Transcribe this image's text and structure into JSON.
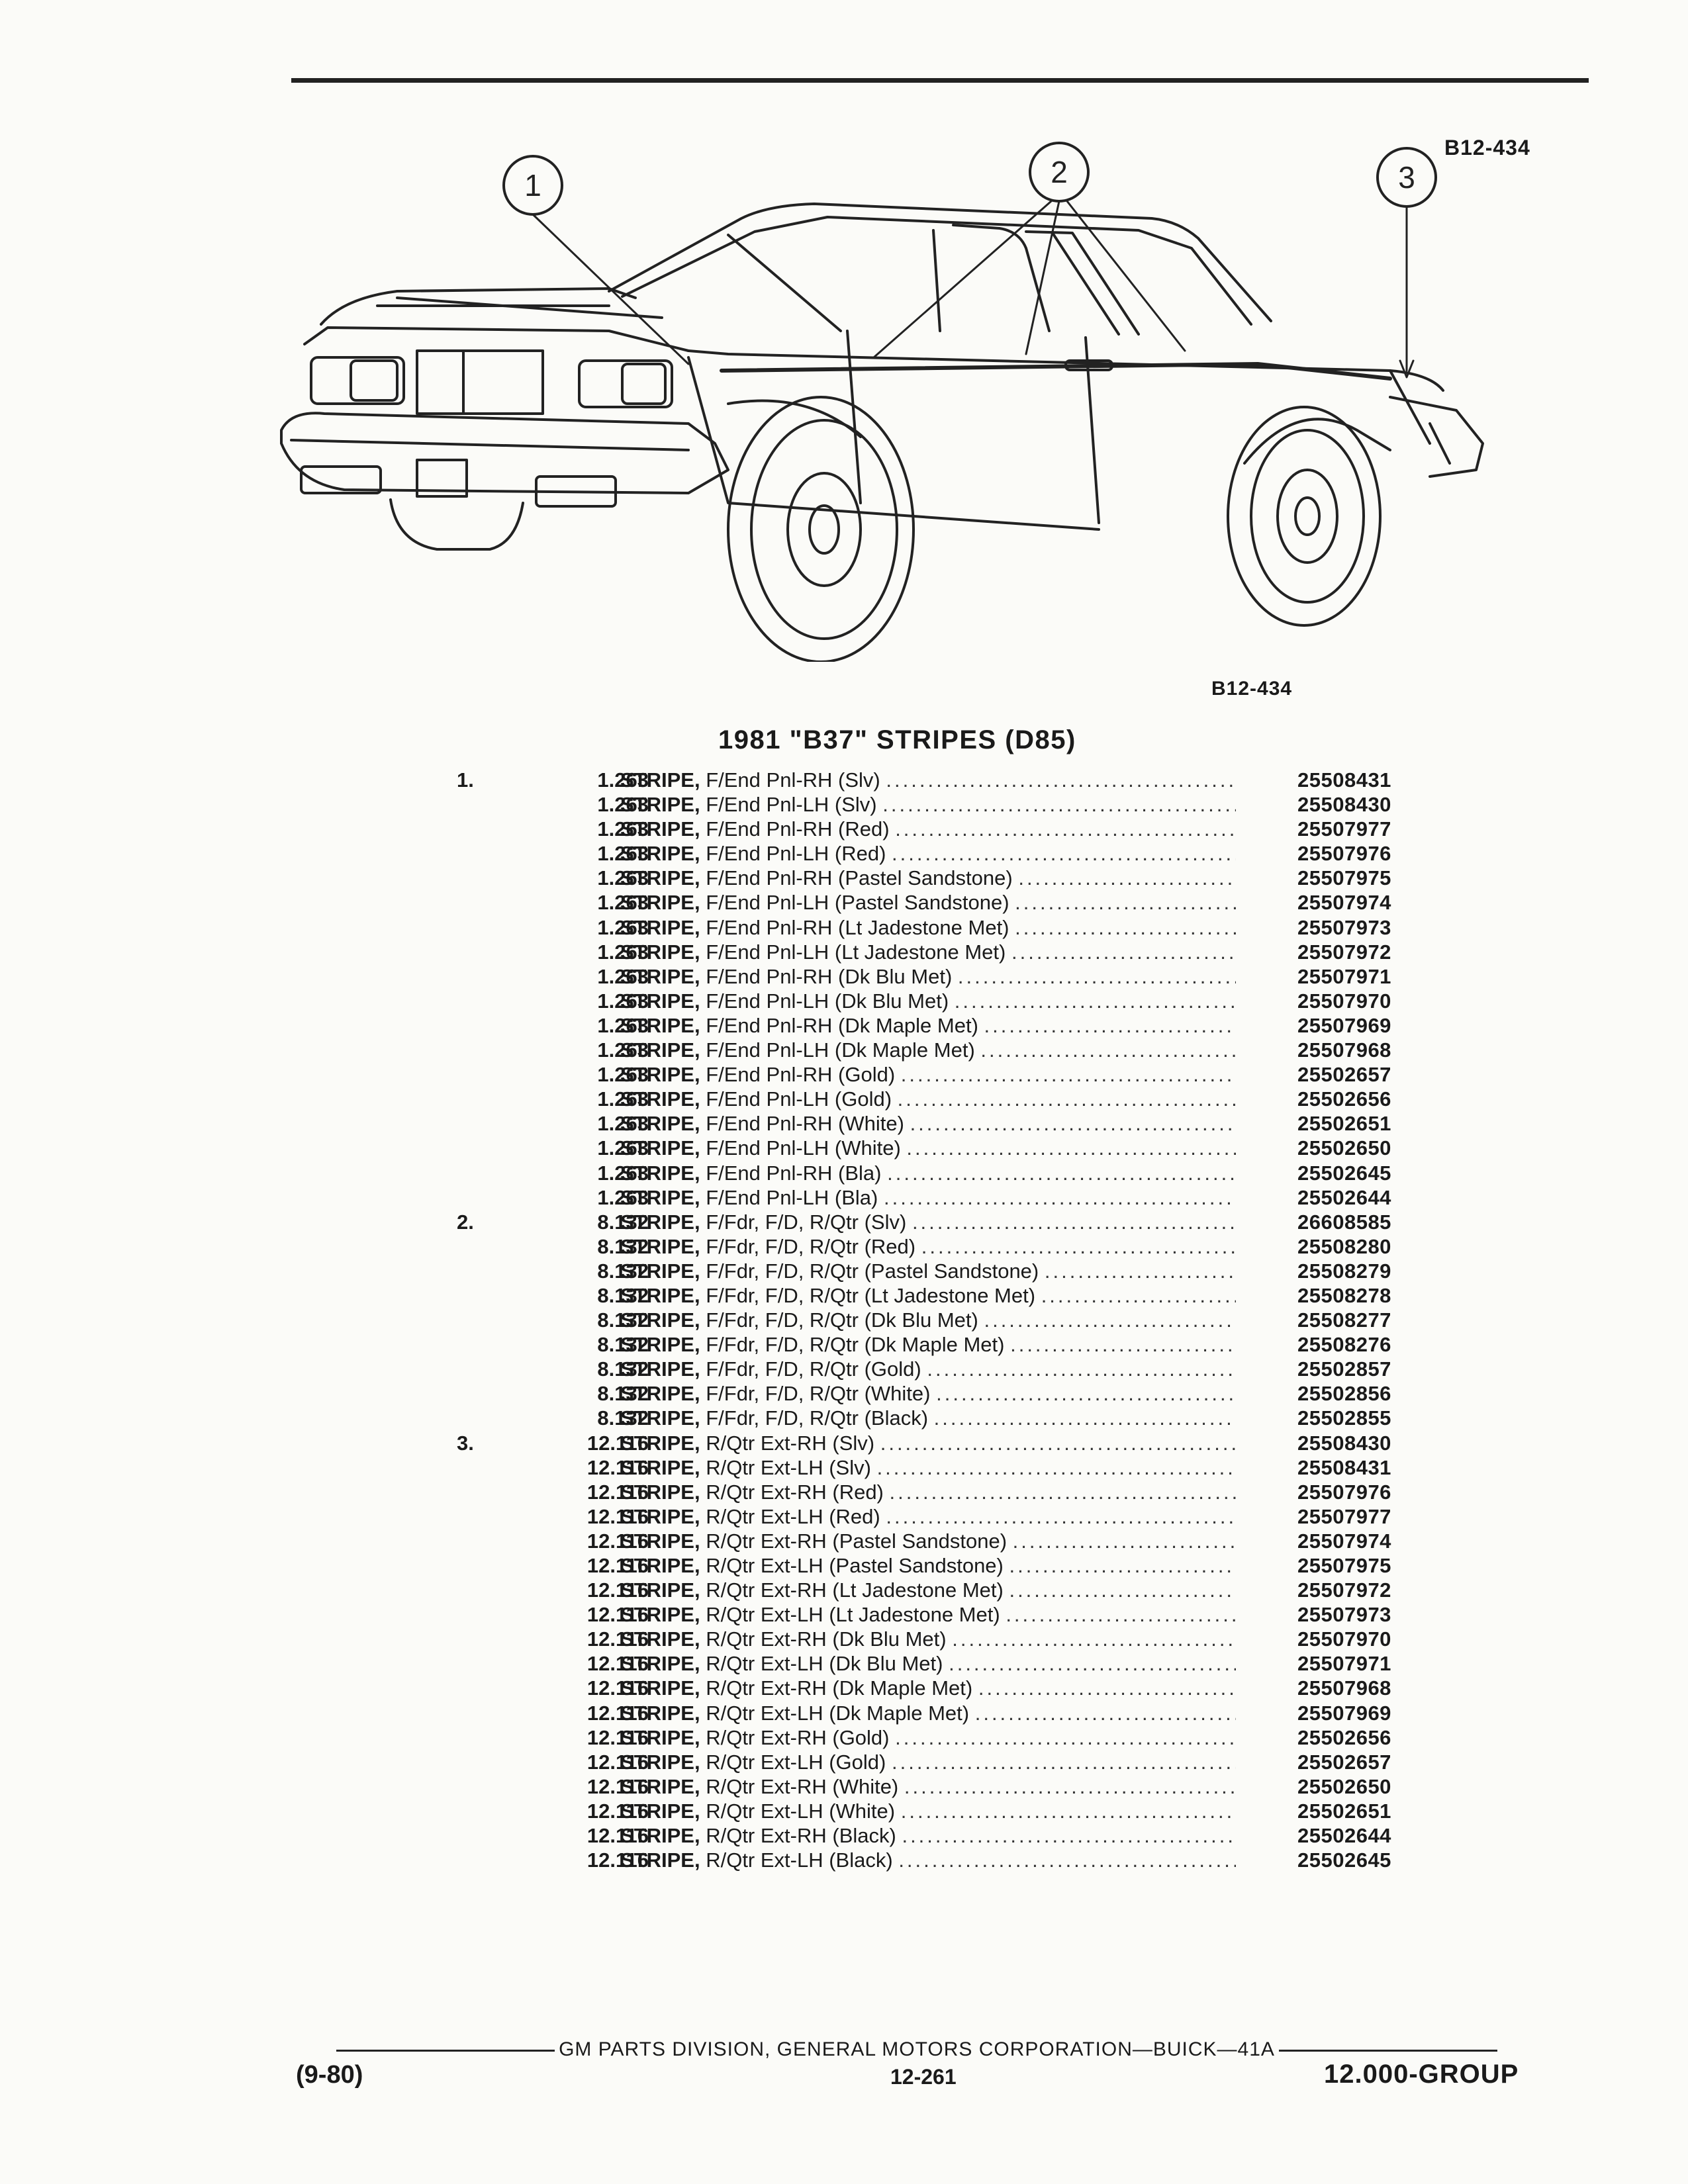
{
  "figure_id_top": "B12-434",
  "figure_id_bottom": "B12-434",
  "callouts": [
    "1",
    "2",
    "3"
  ],
  "title": "1981 \"B37\" STRIPES (D85)",
  "parts": [
    {
      "item": "1.",
      "ref": "1.263",
      "desc": "STRIPE, F/End Pnl-RH (Slv)",
      "pn": "25508431"
    },
    {
      "item": "",
      "ref": "1.263",
      "desc": "STRIPE, F/End Pnl-LH (Slv)",
      "pn": "25508430"
    },
    {
      "item": "",
      "ref": "1.263",
      "desc": "STRIPE, F/End Pnl-RH (Red)",
      "pn": "25507977"
    },
    {
      "item": "",
      "ref": "1.263",
      "desc": "STRIPE, F/End Pnl-LH (Red)",
      "pn": "25507976"
    },
    {
      "item": "",
      "ref": "1.263",
      "desc": "STRIPE, F/End Pnl-RH (Pastel Sandstone)",
      "pn": "25507975"
    },
    {
      "item": "",
      "ref": "1.263",
      "desc": "STRIPE, F/End Pnl-LH (Pastel Sandstone)",
      "pn": "25507974"
    },
    {
      "item": "",
      "ref": "1.263",
      "desc": "STRIPE, F/End Pnl-RH (Lt Jadestone Met)",
      "pn": "25507973"
    },
    {
      "item": "",
      "ref": "1.263",
      "desc": "STRIPE, F/End Pnl-LH (Lt Jadestone Met)",
      "pn": "25507972"
    },
    {
      "item": "",
      "ref": "1.263",
      "desc": "STRIPE, F/End Pnl-RH (Dk Blu Met)",
      "pn": "25507971"
    },
    {
      "item": "",
      "ref": "1.263",
      "desc": "STRIPE, F/End Pnl-LH (Dk Blu Met)",
      "pn": "25507970"
    },
    {
      "item": "",
      "ref": "1.263",
      "desc": "STRIPE, F/End Pnl-RH (Dk Maple Met)",
      "pn": "25507969"
    },
    {
      "item": "",
      "ref": "1.263",
      "desc": "STRIPE, F/End Pnl-LH (Dk Maple Met)",
      "pn": "25507968"
    },
    {
      "item": "",
      "ref": "1.263",
      "desc": "STRIPE, F/End Pnl-RH (Gold)",
      "pn": "25502657"
    },
    {
      "item": "",
      "ref": "1.263",
      "desc": "STRIPE, F/End Pnl-LH (Gold)",
      "pn": "25502656"
    },
    {
      "item": "",
      "ref": "1.263",
      "desc": "STRIPE, F/End Pnl-RH (White)",
      "pn": "25502651"
    },
    {
      "item": "",
      "ref": "1.263",
      "desc": "STRIPE, F/End Pnl-LH (White)",
      "pn": "25502650"
    },
    {
      "item": "",
      "ref": "1.263",
      "desc": "STRIPE, F/End Pnl-RH (Bla)",
      "pn": "25502645"
    },
    {
      "item": "",
      "ref": "1.263",
      "desc": "STRIPE, F/End Pnl-LH (Bla)",
      "pn": "25502644"
    },
    {
      "item": "2.",
      "ref": "8.132",
      "desc": "STRIPE, F/Fdr, F/D, R/Qtr (Slv)",
      "pn": "26608585"
    },
    {
      "item": "",
      "ref": "8.132",
      "desc": "STRIPE, F/Fdr, F/D, R/Qtr (Red)",
      "pn": "25508280"
    },
    {
      "item": "",
      "ref": "8.132",
      "desc": "STRIPE, F/Fdr, F/D, R/Qtr (Pastel Sandstone)",
      "pn": "25508279"
    },
    {
      "item": "",
      "ref": "8.132",
      "desc": "STRIPE, F/Fdr, F/D, R/Qtr (Lt Jadestone Met)",
      "pn": "25508278"
    },
    {
      "item": "",
      "ref": "8.132",
      "desc": "STRIPE, F/Fdr, F/D, R/Qtr (Dk Blu Met)",
      "pn": "25508277"
    },
    {
      "item": "",
      "ref": "8.132",
      "desc": "STRIPE, F/Fdr, F/D, R/Qtr (Dk Maple Met)",
      "pn": "25508276"
    },
    {
      "item": "",
      "ref": "8.132",
      "desc": "STRIPE, F/Fdr, F/D, R/Qtr (Gold)",
      "pn": "25502857"
    },
    {
      "item": "",
      "ref": "8.132",
      "desc": "STRIPE, F/Fdr, F/D, R/Qtr (White)",
      "pn": "25502856"
    },
    {
      "item": "",
      "ref": "8.132",
      "desc": "STRIPE, F/Fdr, F/D, R/Qtr (Black)",
      "pn": "25502855"
    },
    {
      "item": "3.",
      "ref": "12.116",
      "desc": "STRIPE, R/Qtr Ext-RH (Slv)",
      "pn": "25508430"
    },
    {
      "item": "",
      "ref": "12.116",
      "desc": "STRIPE, R/Qtr Ext-LH (Slv)",
      "pn": "25508431"
    },
    {
      "item": "",
      "ref": "12.116",
      "desc": "STRIPE, R/Qtr Ext-RH (Red)",
      "pn": "25507976"
    },
    {
      "item": "",
      "ref": "12.116",
      "desc": "STRIPE, R/Qtr Ext-LH (Red)",
      "pn": "25507977"
    },
    {
      "item": "",
      "ref": "12.116",
      "desc": "STRIPE, R/Qtr Ext-RH (Pastel Sandstone)",
      "pn": "25507974"
    },
    {
      "item": "",
      "ref": "12.116",
      "desc": "STRIPE, R/Qtr Ext-LH (Pastel Sandstone)",
      "pn": "25507975"
    },
    {
      "item": "",
      "ref": "12.116",
      "desc": "STRIPE, R/Qtr Ext-RH (Lt Jadestone Met)",
      "pn": "25507972"
    },
    {
      "item": "",
      "ref": "12.116",
      "desc": "STRIPE, R/Qtr Ext-LH (Lt Jadestone Met)",
      "pn": "25507973"
    },
    {
      "item": "",
      "ref": "12.116",
      "desc": "STRIPE, R/Qtr Ext-RH (Dk Blu Met)",
      "pn": "25507970"
    },
    {
      "item": "",
      "ref": "12.116",
      "desc": "STRIPE, R/Qtr Ext-LH (Dk Blu Met)",
      "pn": "25507971"
    },
    {
      "item": "",
      "ref": "12.116",
      "desc": "STRIPE, R/Qtr Ext-RH (Dk Maple Met)",
      "pn": "25507968"
    },
    {
      "item": "",
      "ref": "12.116",
      "desc": "STRIPE, R/Qtr Ext-LH (Dk Maple Met)",
      "pn": "25507969"
    },
    {
      "item": "",
      "ref": "12.116",
      "desc": "STRIPE, R/Qtr Ext-RH (Gold)",
      "pn": "25502656"
    },
    {
      "item": "",
      "ref": "12.116",
      "desc": "STRIPE, R/Qtr Ext-LH (Gold)",
      "pn": "25502657"
    },
    {
      "item": "",
      "ref": "12.116",
      "desc": "STRIPE, R/Qtr Ext-RH (White)",
      "pn": "25502650"
    },
    {
      "item": "",
      "ref": "12.116",
      "desc": "STRIPE, R/Qtr Ext-LH (White)",
      "pn": "25502651"
    },
    {
      "item": "",
      "ref": "12.116",
      "desc": "STRIPE, R/Qtr Ext-RH (Black)",
      "pn": "25502644"
    },
    {
      "item": "",
      "ref": "12.116",
      "desc": "STRIPE, R/Qtr Ext-LH (Black)",
      "pn": "25502645"
    }
  ],
  "footer": {
    "center": "GM PARTS DIVISION, GENERAL MOTORS CORPORATION—BUICK—41A",
    "date": "(9-80)",
    "page": "12-261",
    "group": "12.000-GROUP"
  }
}
